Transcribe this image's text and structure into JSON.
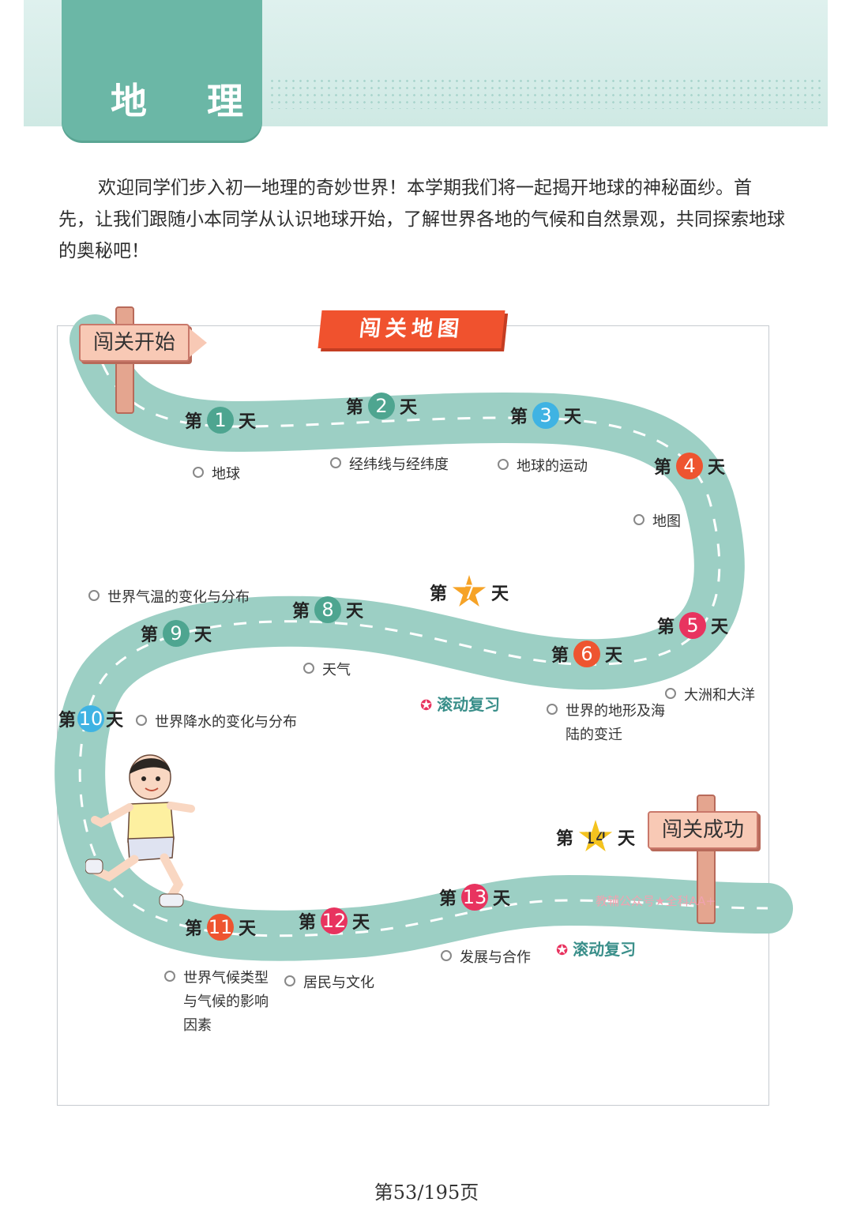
{
  "header": {
    "subject": "地 理"
  },
  "intro": "欢迎同学们步入初一地理的奇妙世界！本学期我们将一起揭开地球的神秘面纱。首先，让我们跟随小本同学从认识地球开始，了解世界各地的气候和自然景观，共同探索地球的奥秘吧！",
  "map": {
    "banner": "闯关地图",
    "start_sign": "闯关开始",
    "end_sign": "闯关成功",
    "day_prefix": "第",
    "day_suffix": "天",
    "days": [
      {
        "num": "1",
        "style": "green",
        "topic": "地球"
      },
      {
        "num": "2",
        "style": "green",
        "topic": "经纬线与经纬度"
      },
      {
        "num": "3",
        "style": "blue",
        "topic": "地球的运动"
      },
      {
        "num": "4",
        "style": "red",
        "topic": "地图"
      },
      {
        "num": "5",
        "style": "pink",
        "topic": "大洲和大洋"
      },
      {
        "num": "6",
        "style": "red",
        "topic": "世界的地形及海陆的变迁"
      },
      {
        "num": "7",
        "style": "star-orange",
        "topic": "滚动复习"
      },
      {
        "num": "8",
        "style": "green",
        "topic": "天气"
      },
      {
        "num": "9",
        "style": "green",
        "topic": "世界气温的变化与分布"
      },
      {
        "num": "10",
        "style": "blue",
        "topic": "世界降水的变化与分布"
      },
      {
        "num": "11",
        "style": "red",
        "topic": "世界气候类型与气候的影响因素"
      },
      {
        "num": "12",
        "style": "pink",
        "topic": "居民与文化"
      },
      {
        "num": "13",
        "style": "pink",
        "topic": "发展与合作"
      },
      {
        "num": "14",
        "style": "star-yellow",
        "topic": "滚动复习"
      }
    ],
    "topic_6_line1": "世界的地形及海",
    "topic_6_line2": "陆的变迁",
    "topic_11_line1": "世界气候类型",
    "topic_11_line2": "与气候的影响",
    "topic_11_line3": "因素",
    "watermark": "教辅公众号★全科AA+"
  },
  "footer": {
    "page": "第53/195页"
  },
  "colors": {
    "road": "#9ccfc4",
    "accent": "#f0522e",
    "tab": "#6bb7a6"
  }
}
